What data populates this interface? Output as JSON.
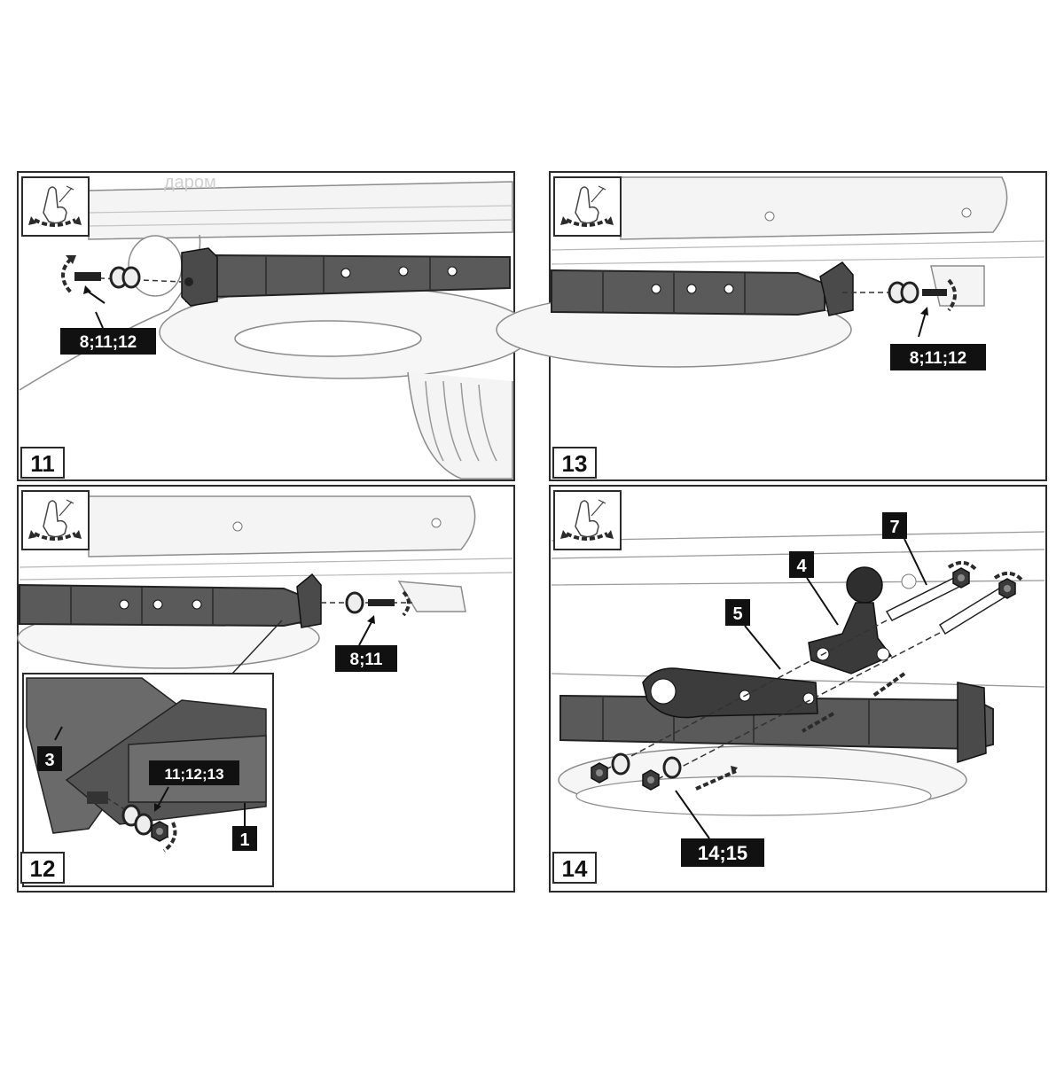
{
  "watermark": "даром",
  "colors": {
    "frame": "#2b2b2b",
    "body_fill": "#f2f2f2",
    "body_line": "#8c8c8c",
    "part_fill": "#555555",
    "part_dark": "#2e2e2e",
    "label_bg": "#111111",
    "label_text": "#ffffff",
    "hand_icon_arrows": "#2b2b2b"
  },
  "panels": [
    {
      "step": "11",
      "icon": "torque-hand-icon",
      "callouts": [
        {
          "text": "8;11;12"
        }
      ]
    },
    {
      "step": "13",
      "icon": "torque-hand-icon",
      "callouts": [
        {
          "text": "8;11;12"
        }
      ]
    },
    {
      "step": "12",
      "icon": "torque-hand-icon",
      "callouts": [
        {
          "text": "8;11"
        },
        {
          "text": "11;12;13"
        },
        {
          "text": "3"
        },
        {
          "text": "1"
        }
      ]
    },
    {
      "step": "14",
      "icon": "torque-hand-icon",
      "callouts": [
        {
          "text": "7"
        },
        {
          "text": "4"
        },
        {
          "text": "5"
        },
        {
          "text": "14;15"
        }
      ]
    }
  ]
}
